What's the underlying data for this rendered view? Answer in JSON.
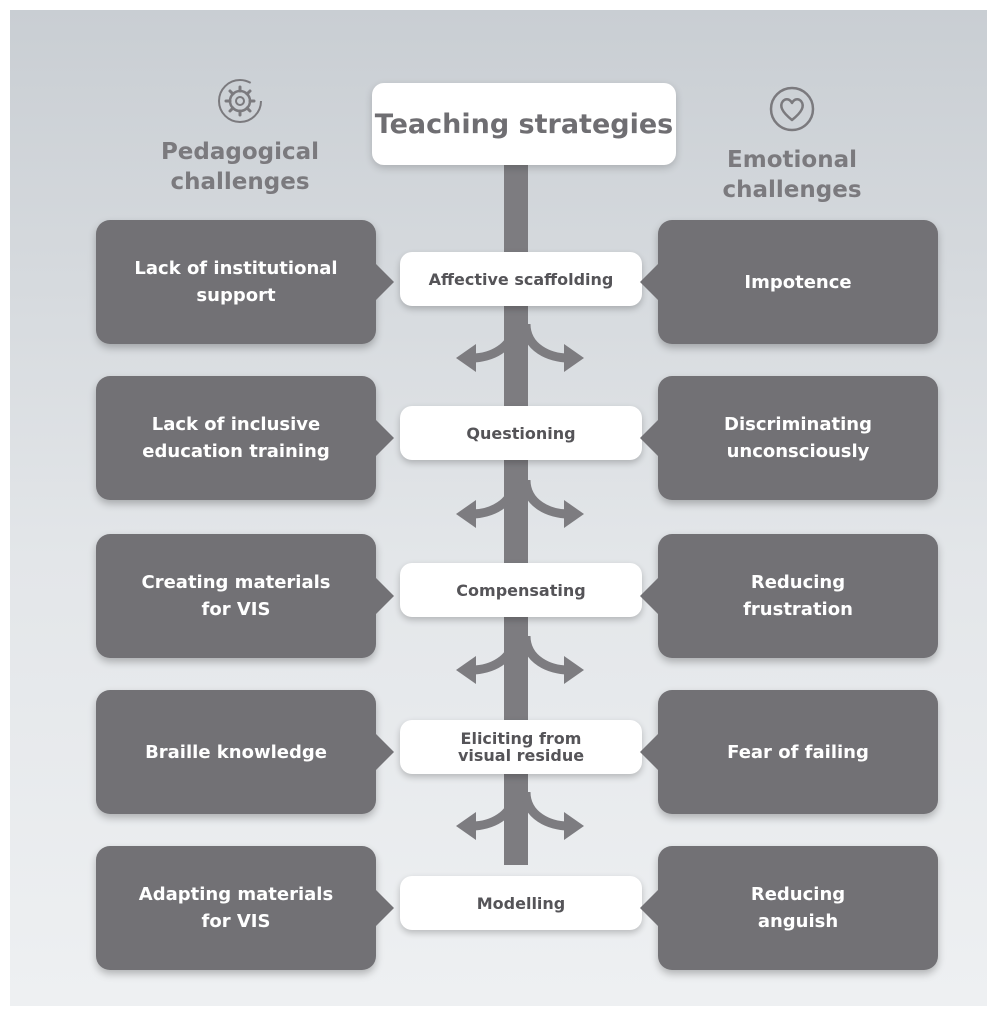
{
  "title": "Teaching strategies",
  "left_header": {
    "label_line1": "Pedagogical",
    "label_line2": "challenges",
    "icon": "gear-icon"
  },
  "right_header": {
    "label_line1": "Emotional",
    "label_line2": "challenges",
    "icon": "heart-icon"
  },
  "rows": [
    {
      "pedagogical": [
        "Lack of institutional",
        "support"
      ],
      "strategy": [
        "Affective scaffolding"
      ],
      "emotional": [
        "Impotence"
      ]
    },
    {
      "pedagogical": [
        "Lack of inclusive",
        "education training"
      ],
      "strategy": [
        "Questioning"
      ],
      "emotional": [
        "Discriminating",
        "unconsciously"
      ]
    },
    {
      "pedagogical": [
        "Creating materials",
        "for VIS"
      ],
      "strategy": [
        "Compensating"
      ],
      "emotional": [
        "Reducing",
        "frustration"
      ]
    },
    {
      "pedagogical": [
        "Braille knowledge"
      ],
      "strategy": [
        "Eliciting from",
        "visual residue"
      ],
      "emotional": [
        "Fear of failing"
      ]
    },
    {
      "pedagogical": [
        "Adapting materials",
        "for VIS"
      ],
      "strategy": [
        "Modelling"
      ],
      "emotional": [
        "Reducing",
        "anguish"
      ]
    }
  ],
  "colors": {
    "dark_box": "#727175",
    "trunk": "#7d7c80",
    "header_text": "#7b7a7e"
  }
}
